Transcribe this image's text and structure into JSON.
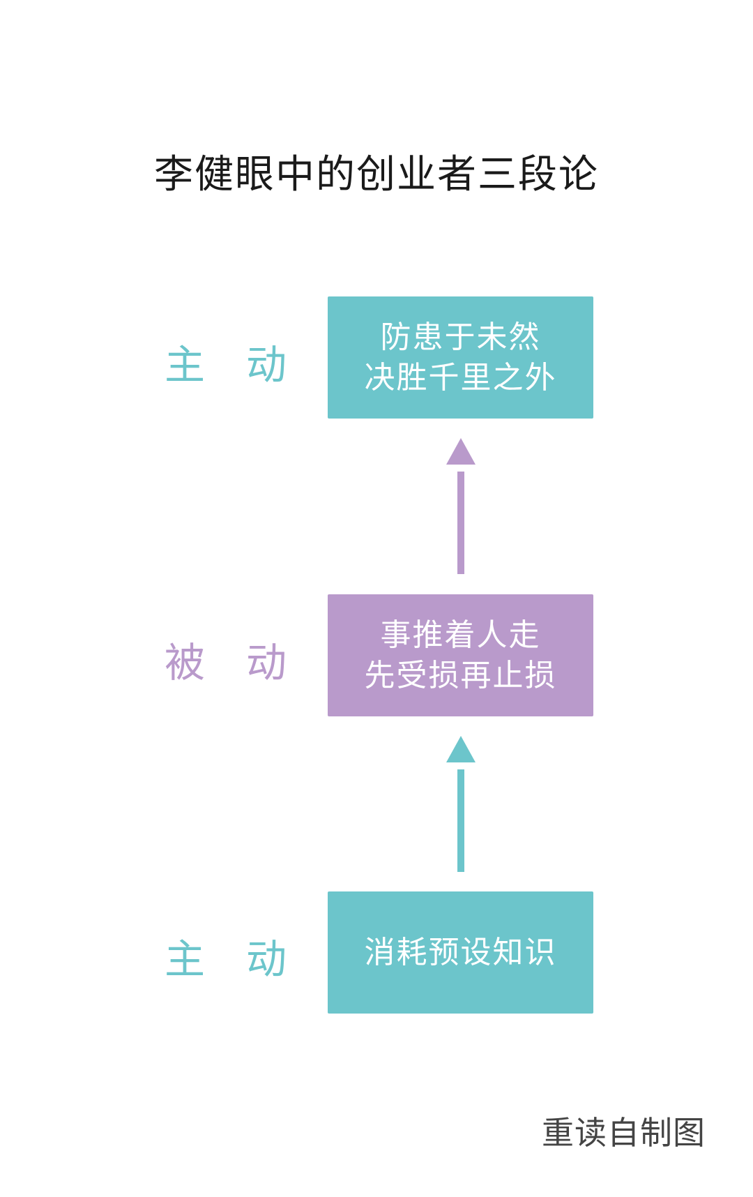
{
  "title": "李健眼中的创业者三段论",
  "stages": [
    {
      "side_label_chars": [
        "主",
        "动"
      ],
      "lines": [
        "防患于未然",
        "决胜千里之外"
      ],
      "color": "#6cc5cb"
    },
    {
      "side_label_chars": [
        "被",
        "动"
      ],
      "lines": [
        "事推着人走",
        "先受损再止损"
      ],
      "color": "#b99acb"
    },
    {
      "side_label_chars": [
        "主",
        "动"
      ],
      "lines": [
        "消耗预设知识"
      ],
      "color": "#6cc5cb"
    }
  ],
  "arrows": [
    {
      "color": "#b99acb"
    },
    {
      "color": "#6cc5cb"
    }
  ],
  "credit": "重读自制图"
}
